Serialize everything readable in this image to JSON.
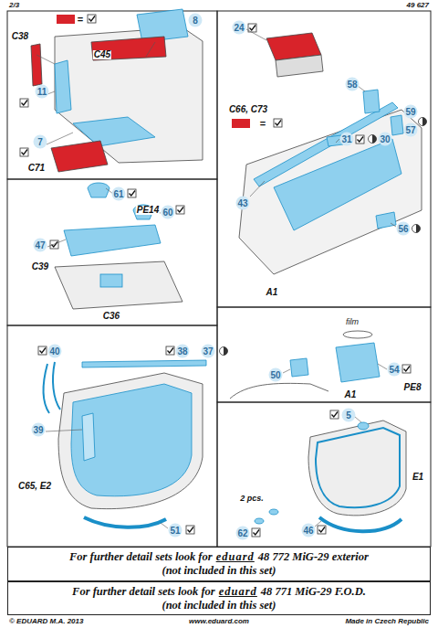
{
  "diagram": {
    "nodes": [
      {
        "text": [
          "For further detail sets look for",
          "eduard",
          "48 772 MiG-29 exterior",
          "(not included in this set)"
        ]
      },
      {
        "text": [
          "For further detail sets look for",
          "eduard",
          "48 771 MiG-29 F.O.D.",
          "(not included in this set)"
        ]
      }
    ],
    "labels": [
      "2/3",
      "49 627",
      "C38",
      "C45",
      "8",
      "11",
      "7",
      "C71",
      "24",
      "C66, C73",
      "31",
      "30",
      "58",
      "59",
      "57",
      "43",
      "56",
      "A1",
      "61",
      "PE14",
      "60",
      "47",
      "C39",
      "C36",
      "film",
      "50",
      "54",
      "PE8",
      "A1",
      "38",
      "37",
      "40",
      "39",
      "C65, E2",
      "51",
      "5",
      "E1",
      "2 pcs.",
      "46",
      "62",
      "© EDUARD  M.A. 2013",
      "www.eduard.com",
      "Made in Czech Republic",
      "=",
      "="
    ]
  }
}
